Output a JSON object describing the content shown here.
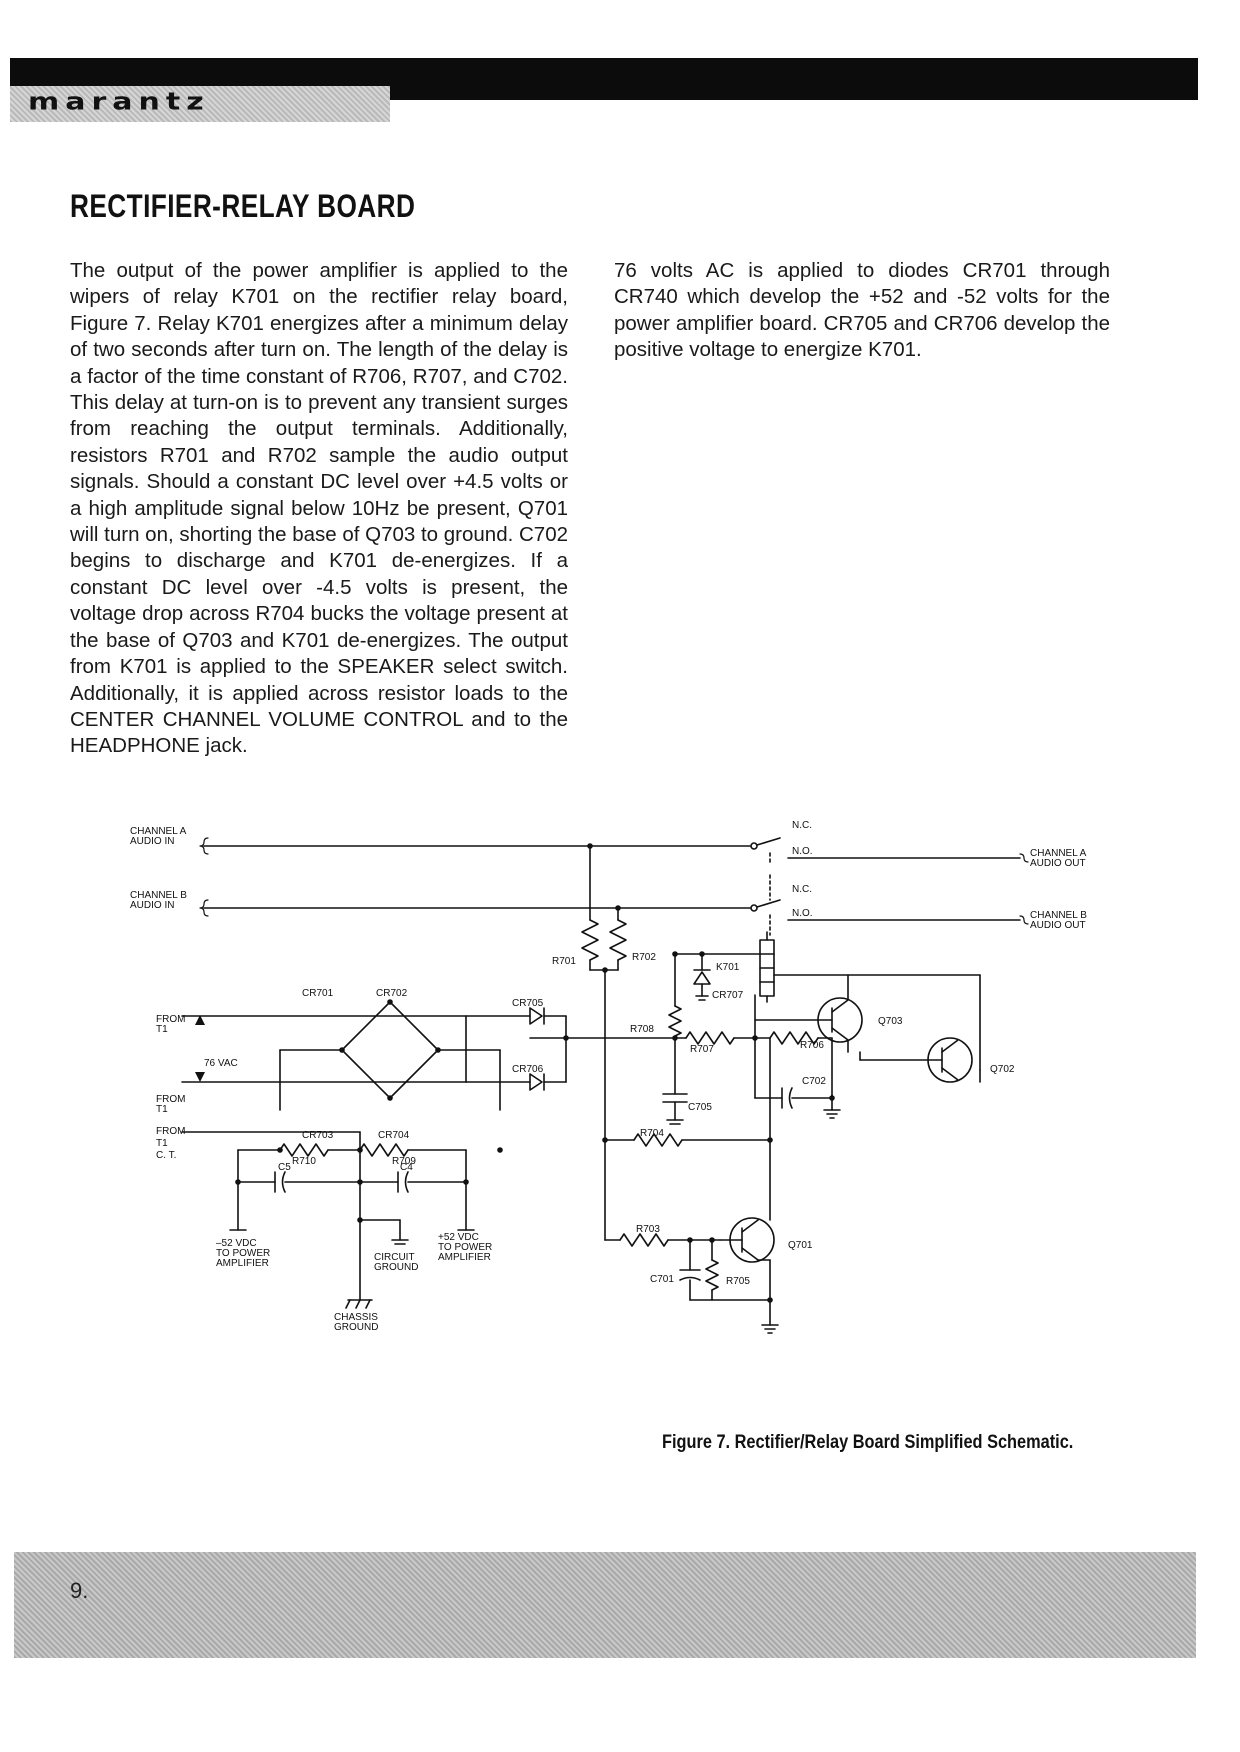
{
  "header": {
    "brand": "marantz"
  },
  "title": "RECTIFIER-RELAY BOARD",
  "body": {
    "left": "The output of the power amplifier is applied to the wipers of relay K701 on the rectifier relay board, Figure 7. Relay K701 energizes after a minimum delay of two seconds after turn on. The length of the delay is a factor of the time constant of R706, R707, and C702. This delay at turn-on is to prevent any transient surges from reaching the output terminals. Additionally, resistors R701 and R702 sample the audio output signals. Should a constant DC level over +4.5 volts or a high amplitude signal below 10Hz be present, Q701 will turn on, shorting the base of Q703 to ground. C702 begins to discharge and K701 de-energizes. If a constant DC level over -4.5 volts is present, the voltage drop across R704 bucks the voltage present at the base of Q703 and K701 de-energizes. The output from K701 is applied to the SPEAKER select switch. Additionally, it is applied across resistor loads to the CENTER CHANNEL VOLUME CONTROL and to the HEADPHONE jack.",
    "right": "76 volts AC is applied to diodes CR701 through CR740 which develop the +52 and -52 volts for the power amplifier board. CR705 and CR706 develop the positive voltage to energize K701."
  },
  "schematic": {
    "labels": {
      "ch_a_in_1": "CHANNEL A",
      "ch_a_in_2": "AUDIO IN",
      "ch_b_in_1": "CHANNEL B",
      "ch_b_in_2": "AUDIO IN",
      "ch_a_out_1": "CHANNEL A",
      "ch_a_out_2": "AUDIO OUT",
      "ch_b_out_1": "CHANNEL B",
      "ch_b_out_2": "AUDIO OUT",
      "nc": "N.C.",
      "no": "N.O.",
      "from": "FROM",
      "t1": "T1",
      "ct": "C. T.",
      "vac": "76 VAC",
      "cr701": "CR701",
      "cr702": "CR702",
      "cr703": "CR703",
      "cr704": "CR704",
      "cr705": "CR705",
      "cr706": "CR706",
      "cr707": "CR707",
      "r701": "R701",
      "r702": "R702",
      "r703": "R703",
      "r704": "R704",
      "r705": "R705",
      "r706": "R706",
      "r707": "R707",
      "r708": "R708",
      "r709": "R709",
      "r710": "R710",
      "c4": "C4",
      "c5": "C5",
      "c701": "C701",
      "c702": "C702",
      "c705": "C705",
      "k701": "K701",
      "q701": "Q701",
      "q702": "Q702",
      "q703": "Q703",
      "neg52_1": "–52 VDC",
      "neg52_2": "TO POWER",
      "neg52_3": "AMPLIFIER",
      "pos52_1": "+52 VDC",
      "pos52_2": "TO POWER",
      "pos52_3": "AMPLIFIER",
      "cg_1": "CIRCUIT",
      "cg_2": "GROUND",
      "chassis_1": "CHASSIS",
      "chassis_2": "GROUND"
    }
  },
  "caption": "Figure 7. Rectifier/Relay Board Simplified Schematic.",
  "footer": {
    "page": "9."
  }
}
